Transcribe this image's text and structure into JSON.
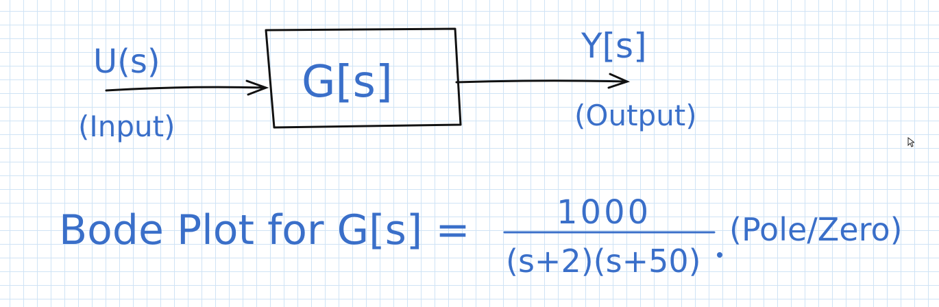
{
  "diagram": {
    "input_signal": "U(s)",
    "input_caption": "(Input)",
    "block_label": "G[s]",
    "output_signal": "Y[s]",
    "output_caption": "(Output)"
  },
  "equation": {
    "prefix": "Bode Plot for G[s] =",
    "numerator": "1000",
    "denominator": "(s+2)(s+50)",
    "suffix": "(Pole/Zero)"
  },
  "colors": {
    "ink": "#3a6fc9",
    "pen": "#111111",
    "grid": "#cfe3f5"
  },
  "icons": {
    "cursor": "mouse-pointer-icon"
  }
}
